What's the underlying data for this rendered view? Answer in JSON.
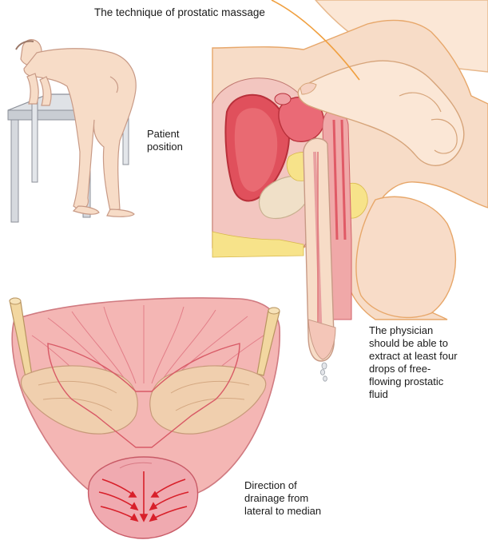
{
  "title": "The technique of prostatic massage",
  "labels": {
    "patient_position": [
      "Patient",
      "position"
    ],
    "physician_note": [
      "The physician",
      "should be able to",
      "extract at least four",
      "drops of free-",
      "flowing prostatic",
      "fluid"
    ],
    "drainage_direction": [
      "Direction of",
      "drainage from",
      "lateral to median"
    ]
  },
  "colors": {
    "skin": "#f7dcc7",
    "skin_outline": "#c89a86",
    "tissue_pink": "#f4b6b4",
    "tissue_red": "#e8707a",
    "fat_yellow": "#f7e38a",
    "gland_tan": "#f0cfae",
    "arrow_red": "#d8202a",
    "table_grey": "#c9cdd3"
  }
}
